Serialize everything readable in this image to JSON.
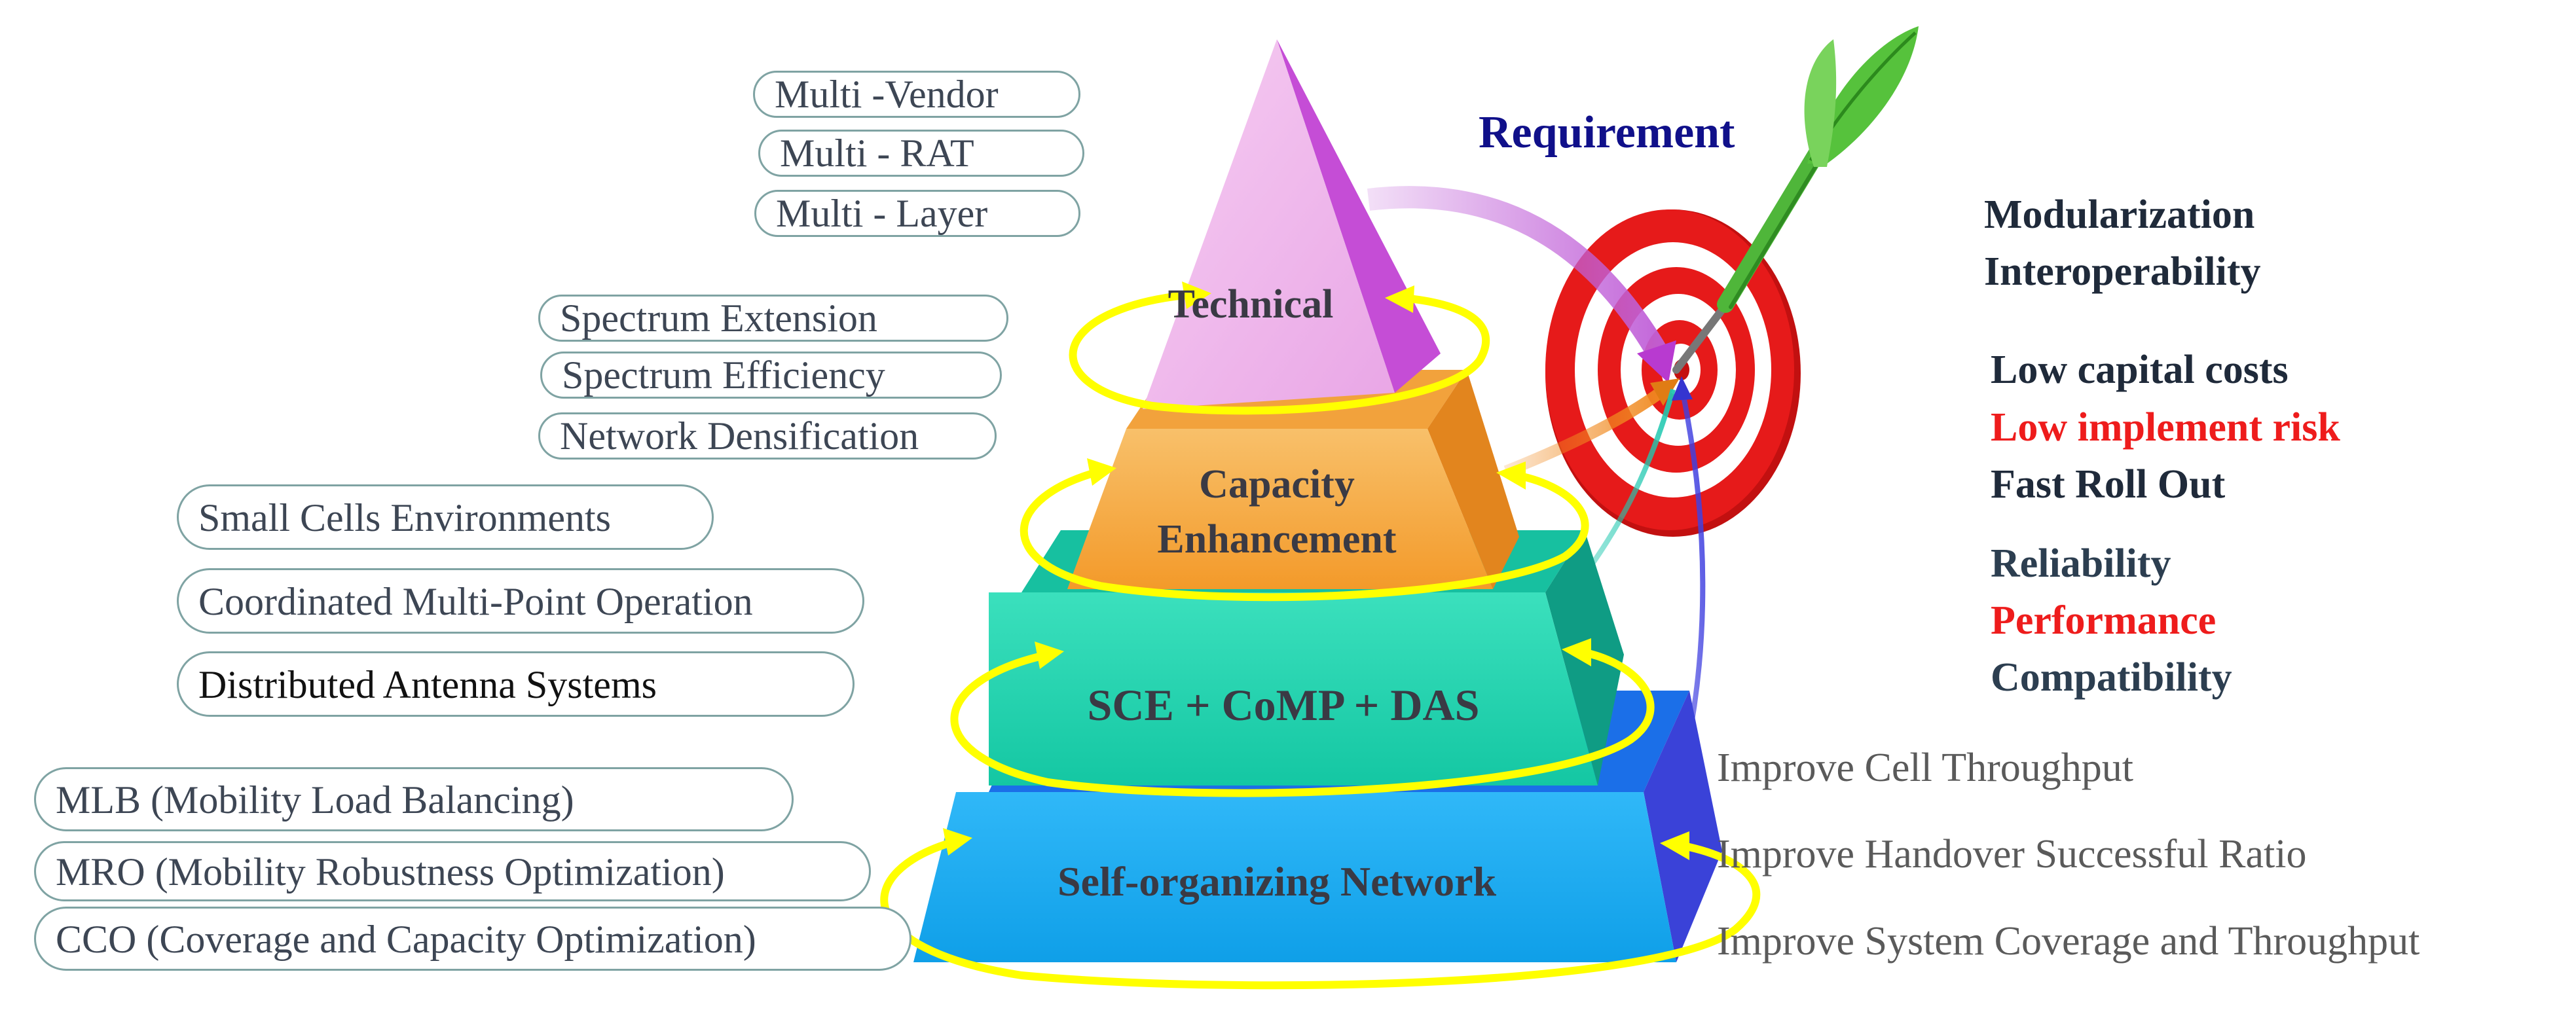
{
  "title": "Requirement",
  "tiers": {
    "technical": "Technical",
    "capacity_line1": "Capacity",
    "capacity_line2": "Enhancement",
    "sce": "SCE + CoMP + DAS",
    "son": "Self-organizing Network"
  },
  "technical_items": [
    "Multi -Vendor",
    "Multi - RAT",
    "Multi - Layer"
  ],
  "capacity_items": [
    "Spectrum  Extension",
    "Spectrum Efficiency",
    "Network Densification"
  ],
  "sce_items": [
    "Small Cells Environments",
    "Coordinated Multi-Point Operation",
    "Distributed Antenna Systems"
  ],
  "son_items": [
    "MLB (Mobility Load Balancing)",
    "MRO (Mobility Robustness Optimization)",
    "CCO (Coverage and Capacity Optimization)"
  ],
  "requirements": {
    "group1": [
      {
        "text": "Modularization",
        "color": "#1f2a3a"
      },
      {
        "text": "Interoperability",
        "color": "#1f2a3a"
      }
    ],
    "group2": [
      {
        "text": "Low capital costs",
        "color": "#1f2a3a"
      },
      {
        "text": "Low implement risk",
        "color": "#ee1c1c"
      },
      {
        "text": "Fast Roll Out",
        "color": "#1f2a3a"
      }
    ],
    "group3": [
      {
        "text": "Reliability",
        "color": "#2c3e50"
      },
      {
        "text": "Performance",
        "color": "#ee1c1c"
      },
      {
        "text": "Compatibility",
        "color": "#2c3e50"
      }
    ]
  },
  "improvements": [
    "Improve Cell Throughput",
    "Improve Handover Successful Ratio",
    "Improve System Coverage and  Throughput"
  ],
  "colors": {
    "title": "#10108a",
    "technical": "#f0b4ec",
    "capacity": "#f5a43a",
    "sce": "#1fd6b0",
    "son": "#1aa8f0",
    "ring": "#ffff00",
    "target_red": "#e01818",
    "dart_green": "#3caa2a"
  }
}
